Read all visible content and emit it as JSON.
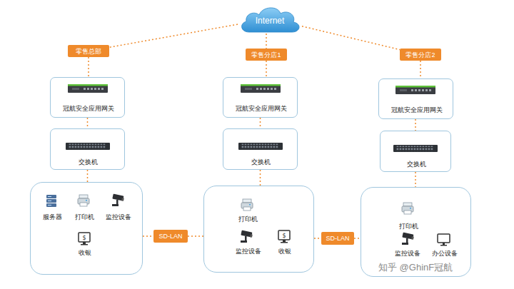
{
  "diagram": {
    "nodes": [
      {
        "text": [
          "Internet"
        ]
      },
      {
        "text": [
          "零售总部"
        ]
      },
      {
        "text": [
          "零售分店1"
        ]
      },
      {
        "text": [
          "零售分店2"
        ]
      },
      {
        "text": [
          "冠航安全应用网关"
        ]
      },
      {
        "text": [
          "冠航安全应用网关"
        ]
      },
      {
        "text": [
          "冠航安全应用网关"
        ]
      },
      {
        "text": [
          "交换机"
        ]
      },
      {
        "text": [
          "交换机"
        ]
      },
      {
        "text": [
          "交换机"
        ]
      },
      {
        "text": [
          "服务器",
          "打印机",
          "监控设备",
          "收银"
        ]
      },
      {
        "text": [
          "SD-LAN"
        ]
      },
      {
        "text": [
          "打印机",
          "监控设备",
          "收银"
        ]
      },
      {
        "text": [
          "SD-LAN"
        ]
      },
      {
        "text": [
          "打印机",
          "监控设备",
          "办公设备"
        ]
      }
    ],
    "edges": [
      {
        "from": 0,
        "to": 1,
        "arrow": "none"
      },
      {
        "from": 0,
        "to": 2,
        "arrow": "none"
      },
      {
        "from": 0,
        "to": 3,
        "arrow": "none"
      },
      {
        "from": 1,
        "to": 4,
        "arrow": "none"
      },
      {
        "from": 2,
        "to": 5,
        "arrow": "none"
      },
      {
        "from": 3,
        "to": 6,
        "arrow": "none"
      },
      {
        "from": 4,
        "to": 7,
        "arrow": "none"
      },
      {
        "from": 5,
        "to": 8,
        "arrow": "none"
      },
      {
        "from": 6,
        "to": 9,
        "arrow": "none"
      },
      {
        "from": 7,
        "to": 10,
        "arrow": "none"
      },
      {
        "from": 8,
        "to": 12,
        "arrow": "none"
      },
      {
        "from": 9,
        "to": 14,
        "arrow": "none"
      },
      {
        "from": 10,
        "to": 11,
        "arrow": "none"
      },
      {
        "from": 11,
        "to": 12,
        "arrow": "none"
      },
      {
        "from": 12,
        "to": 13,
        "arrow": "none"
      },
      {
        "from": 13,
        "to": 14,
        "arrow": "none"
      }
    ],
    "labels": [
      "知乎 @GhinF冠航"
    ]
  }
}
